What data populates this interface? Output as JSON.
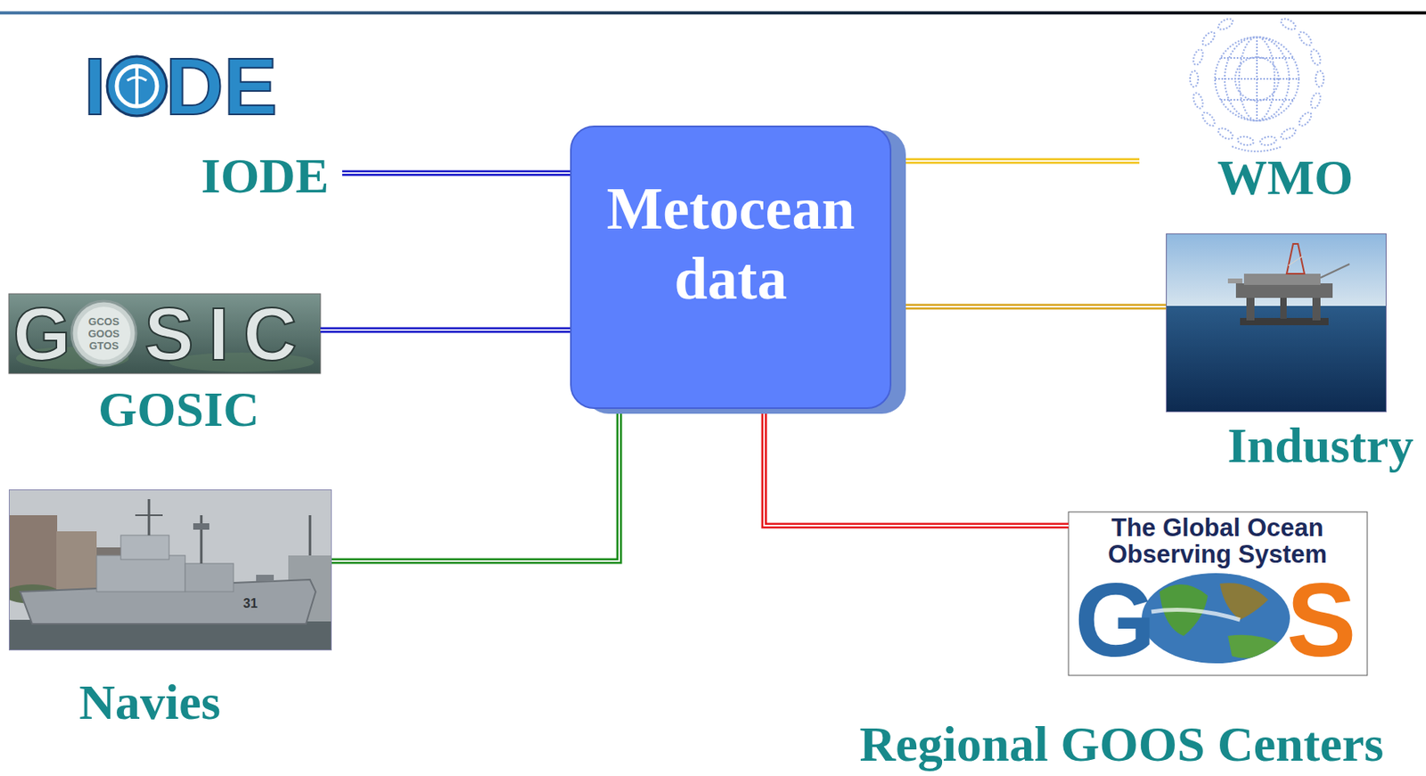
{
  "diagram": {
    "nodes": [
      {
        "text": [
          "IODE"
        ]
      },
      {
        "text": [
          "Metocean data"
        ]
      },
      {
        "text": [
          "WMO"
        ]
      },
      {
        "text": [
          "GOSIC"
        ]
      },
      {
        "text": [
          "Industry"
        ]
      },
      {
        "text": [
          "Navies"
        ]
      },
      {
        "text": [
          "Regional GOOS Centers"
        ]
      }
    ],
    "edges": [
      {
        "from": 0,
        "to": 1,
        "arrow": "none"
      },
      {
        "from": 3,
        "to": 1,
        "arrow": "none"
      },
      {
        "from": 5,
        "to": 1,
        "arrow": "none"
      },
      {
        "from": 2,
        "to": 1,
        "arrow": "none"
      },
      {
        "from": 4,
        "to": 1,
        "arrow": "none"
      },
      {
        "from": 6,
        "to": 1,
        "arrow": "none"
      }
    ],
    "labels": [
      "I",
      "DE",
      "G",
      "SIC",
      "GCOS",
      "GOOS",
      "GTOS",
      "31",
      "The Global Ocean Observing System",
      "G",
      "S"
    ]
  }
}
